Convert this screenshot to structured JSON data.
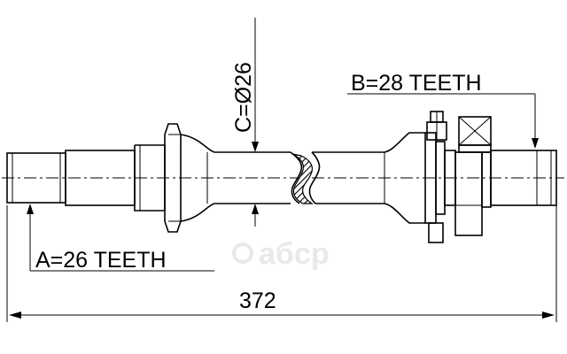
{
  "labels": {
    "spline_a": "A=26 TEETH",
    "spline_b": "B=28 TEETH",
    "diameter_c": "C=Ø26",
    "total_length": "372"
  },
  "watermark": {
    "text": "aбcp"
  },
  "colors": {
    "line": "#000000",
    "background": "#ffffff",
    "watermark": "#e9e9e9"
  }
}
